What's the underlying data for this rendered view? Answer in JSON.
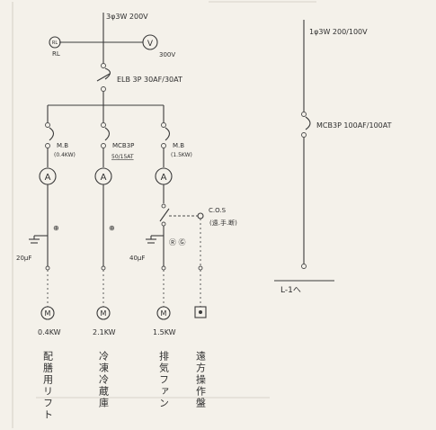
{
  "main_panel": {
    "supply_label": "3φ3W 200V",
    "pilot_lamp_symbol": "RL",
    "voltmeter_symbol": "V",
    "voltmeter_rating": "300V",
    "main_breaker_label": "ELB 3P 30AF/30AT",
    "branches": [
      {
        "breaker_label": "M.B",
        "breaker_rating": "(0.4KW)",
        "ammeter_symbol": "A",
        "marker": "⊕",
        "capacitor_label": "20μF",
        "motor_symbol": "M",
        "motor_rating": "0.4KW",
        "load_name": "配膳用リフト"
      },
      {
        "breaker_label": "MCB3P",
        "breaker_rating": "50/15AT",
        "ammeter_symbol": "A",
        "marker": "⊕",
        "capacitor_label": "",
        "motor_symbol": "M",
        "motor_rating": "2.1KW",
        "load_name": "冷凍冷蔵庫"
      },
      {
        "breaker_label": "M.B",
        "breaker_rating": "(1.5KW)",
        "ammeter_symbol": "A",
        "marker": "Ⓡ Ⓖ",
        "capacitor_label": "40μF",
        "motor_symbol": "M",
        "motor_rating": "1.5KW",
        "load_name": "排気ファン"
      }
    ],
    "cos_label": "C.O.S",
    "cos_sub_label": "(遠.手.断)",
    "remote_station_name": "遠方操作盤"
  },
  "feeder_panel": {
    "supply_label": "1φ3W 200/100V",
    "breaker_label": "MCB3P 100AF/100AT",
    "destination_label": "L-1へ"
  }
}
